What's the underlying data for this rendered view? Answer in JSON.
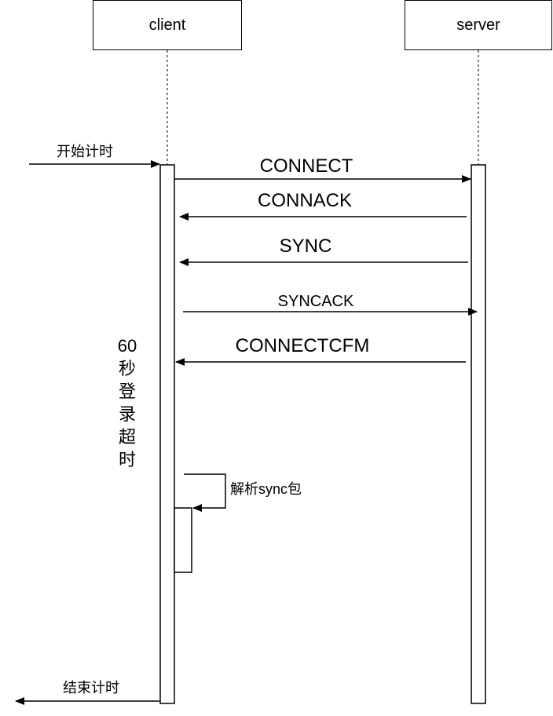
{
  "participants": {
    "client": "client",
    "server": "server"
  },
  "start_label": "开始计时",
  "end_label": "结束计时",
  "timeout_label": "60\n秒\n登\n录\n超\n时",
  "self_message": "解析sync包",
  "messages": [
    {
      "label": "CONNECT",
      "from": "client",
      "to": "server"
    },
    {
      "label": "CONNACK",
      "from": "server",
      "to": "client"
    },
    {
      "label": "SYNC",
      "from": "server",
      "to": "client"
    },
    {
      "label": "SYNCACK",
      "from": "client",
      "to": "server"
    },
    {
      "label": "CONNECTCFM",
      "from": "server",
      "to": "client"
    }
  ]
}
